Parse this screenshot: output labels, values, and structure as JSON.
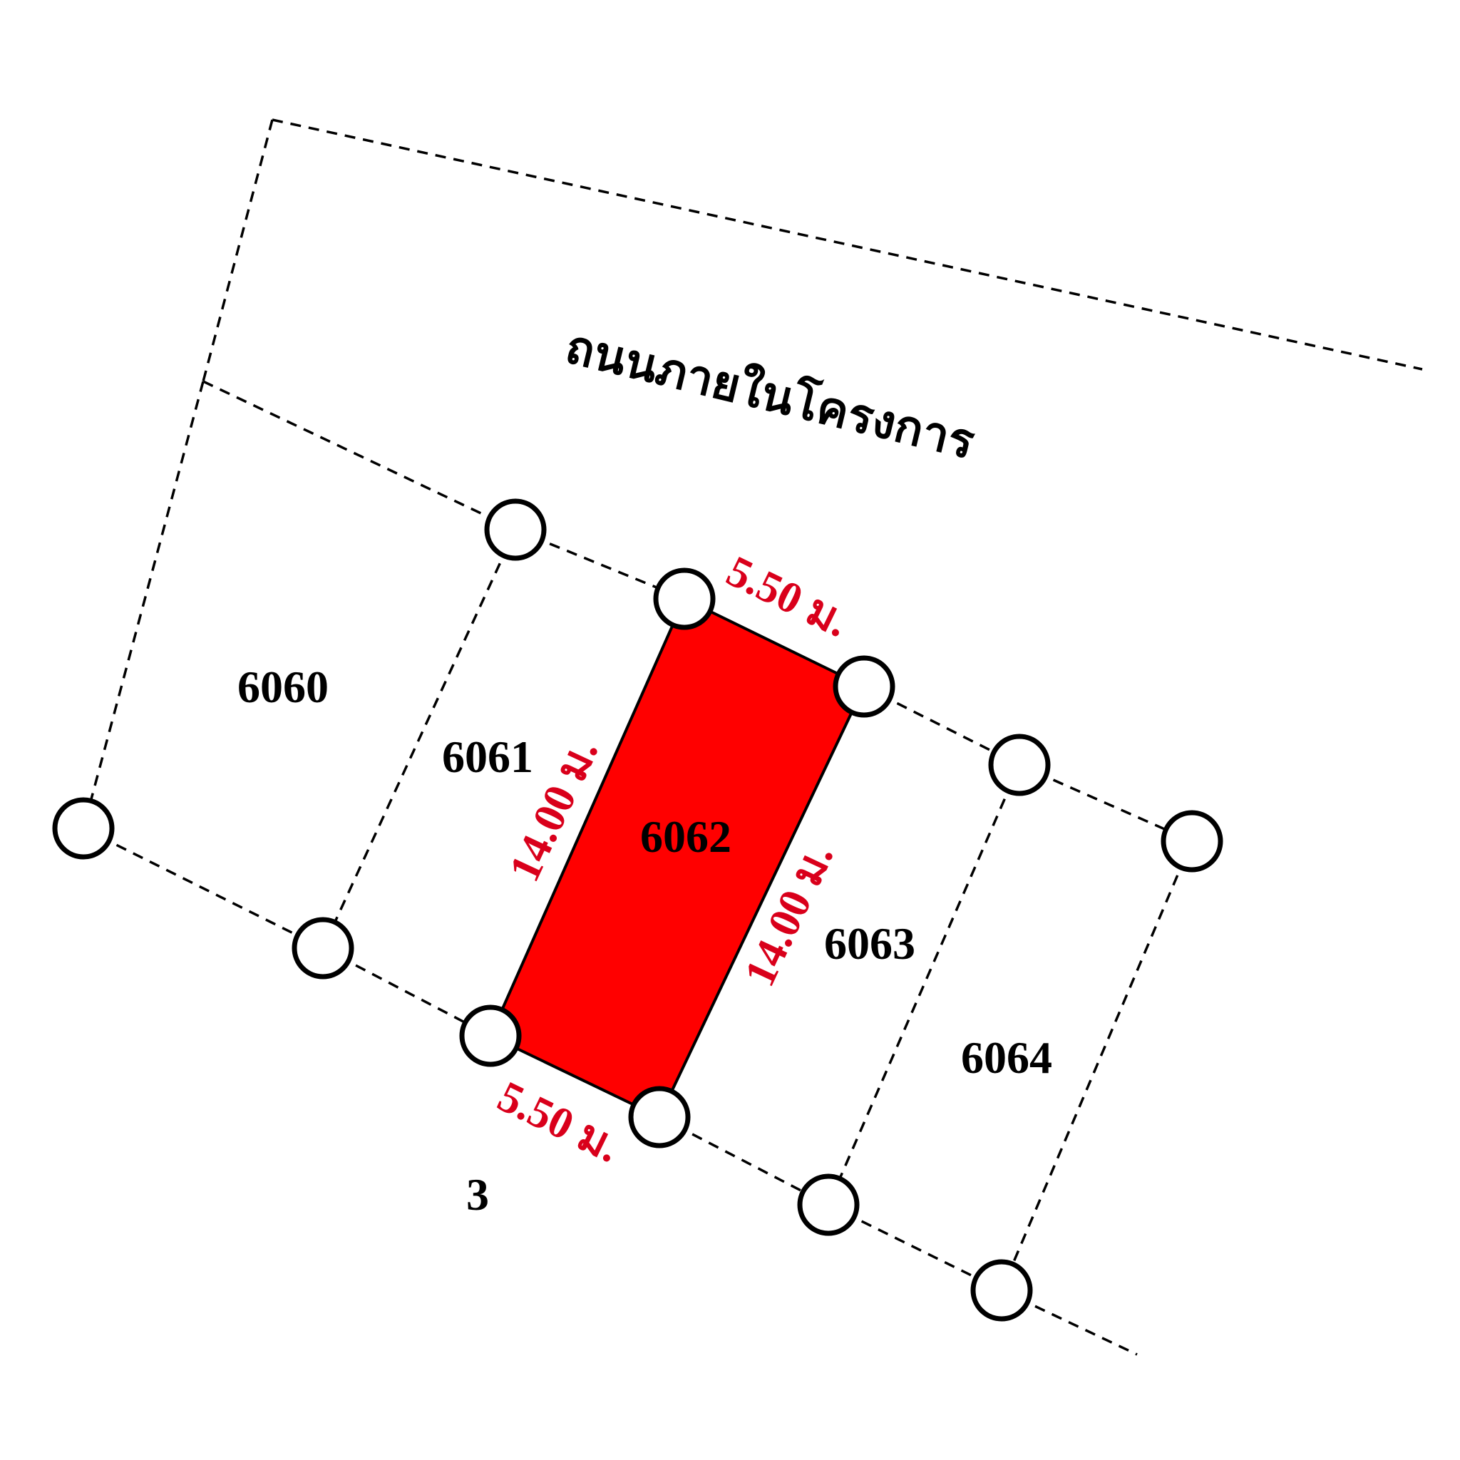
{
  "road_label": "ถนนภายในโครงการ",
  "highlight_color": "#ff0000",
  "dimension_color": "#d9001b",
  "lots": [
    {
      "id": "6060"
    },
    {
      "id": "6061"
    },
    {
      "id": "6062",
      "highlighted": true
    },
    {
      "id": "6063"
    },
    {
      "id": "6064"
    },
    {
      "id": "3"
    }
  ],
  "dimensions": {
    "top_width": "5.50 ม.",
    "bottom_width": "5.50 ม.",
    "left_depth": "14.00 ม.",
    "right_depth": "14.00 ม."
  }
}
